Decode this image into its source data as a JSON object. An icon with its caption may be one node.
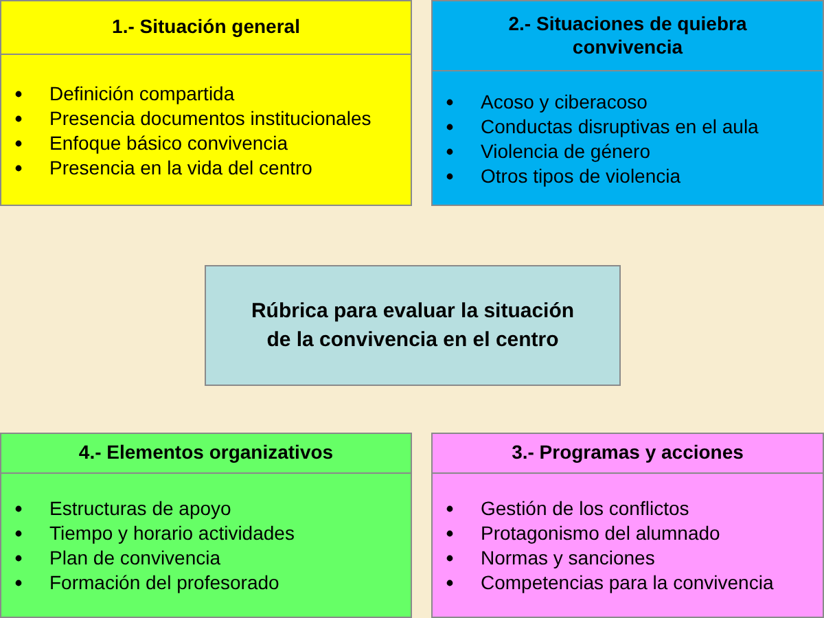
{
  "diagram": {
    "nodes": [
      {
        "text": [
          "1.- Situación general",
          "Definición compartida",
          "Presencia documentos institucionales",
          "Enfoque básico convivencia",
          "Presencia en la vida del centro"
        ]
      },
      {
        "text": [
          "2.- Situaciones de quiebra convivencia",
          "Acoso y ciberacoso",
          "Conductas disruptivas en el aula",
          "Violencia de género",
          "Otros tipos de violencia"
        ]
      },
      {
        "text": [
          "Rúbrica para evaluar la situación de la convivencia en el centro"
        ]
      },
      {
        "text": [
          "4.- Elementos organizativos",
          "Estructuras de apoyo",
          "Tiempo y horario actividades",
          "Plan de convivencia",
          "Formación del profesorado"
        ]
      },
      {
        "text": [
          "3.- Programas y acciones",
          "Gestión de los conflictos",
          "Protagonismo del alumnado",
          "Normas y sanciones",
          "Competencias para la convivencia"
        ]
      }
    ]
  }
}
